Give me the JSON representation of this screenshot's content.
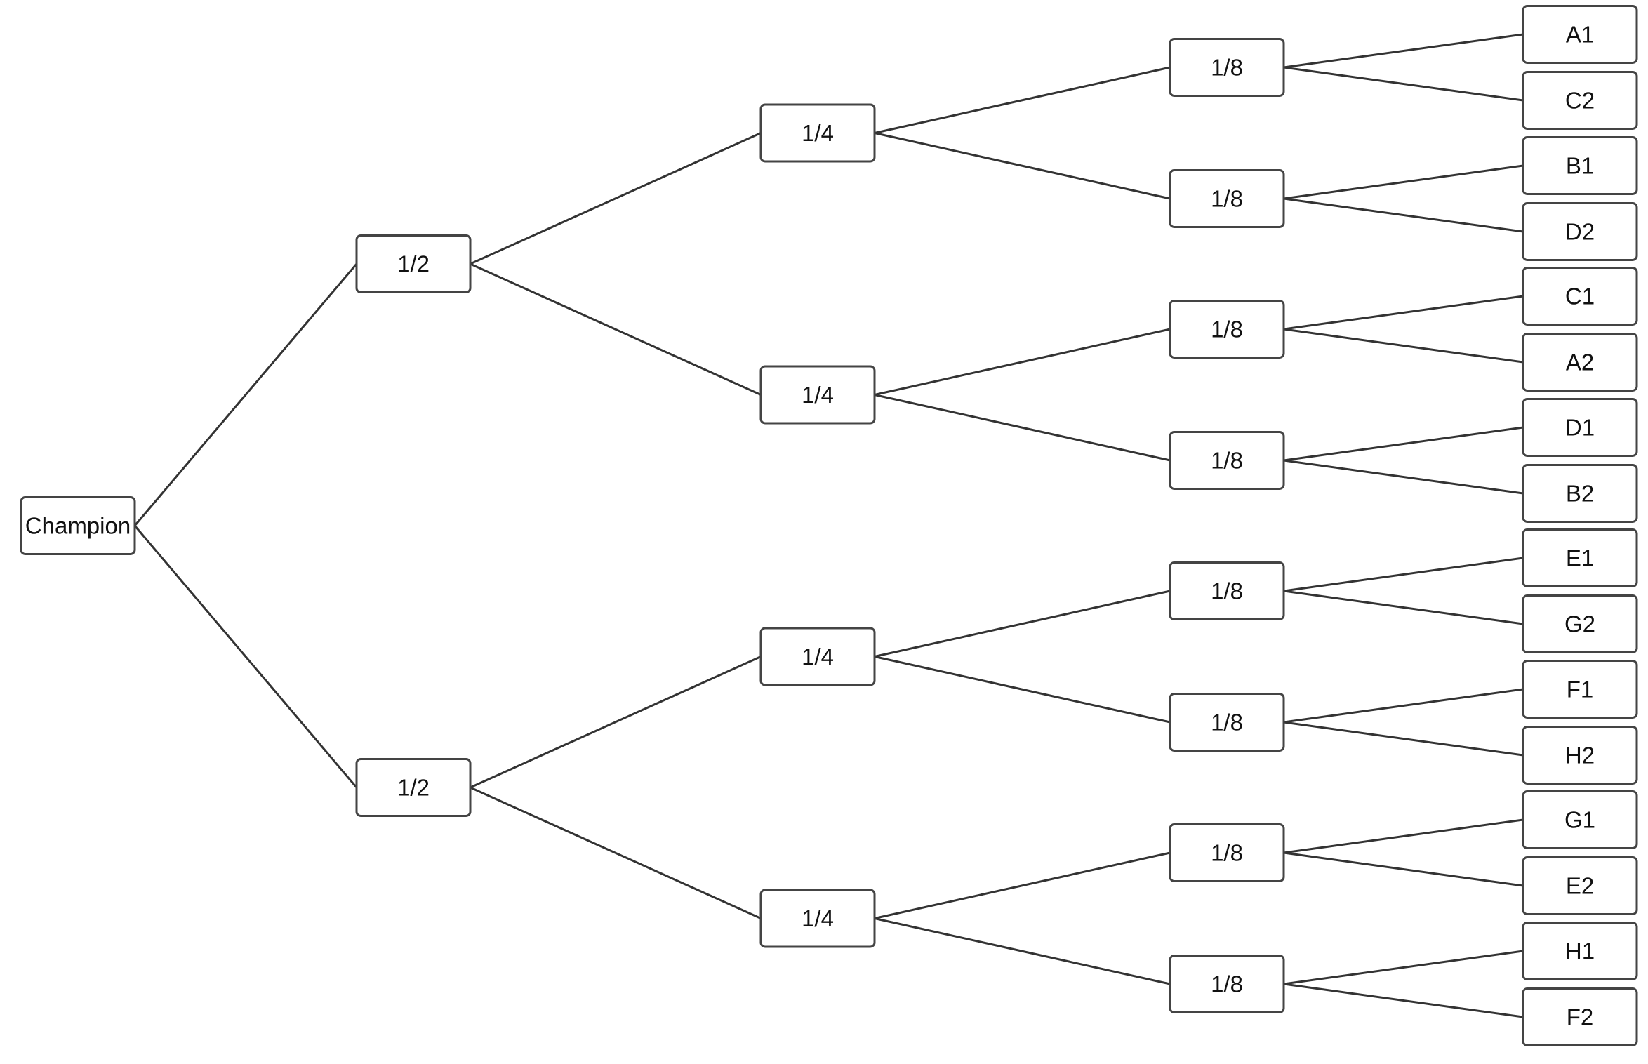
{
  "bracket": {
    "champion": "Champion",
    "semifinal_label": "1/2",
    "quarterfinal_label": "1/4",
    "round16_label": "1/8",
    "teams": [
      "A1",
      "C2",
      "B1",
      "D2",
      "C1",
      "A2",
      "D1",
      "B2",
      "E1",
      "G2",
      "F1",
      "H2",
      "G1",
      "E2",
      "H1",
      "F2"
    ]
  }
}
